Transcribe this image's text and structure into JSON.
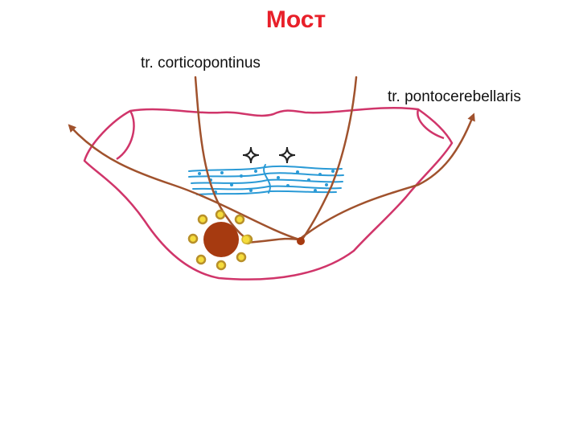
{
  "title": "Мост",
  "labels": {
    "corticopontinus": "tr. corticopontinus",
    "pontocerebellaris": "tr. pontocerebellaris"
  },
  "colors": {
    "title": "#e8202a",
    "outline": "#d0356a",
    "tract": "#a0522d",
    "nucleus": "#a63a10",
    "satellite_fill": "#f5dc3c",
    "satellite_stroke": "#b8902a",
    "fibers": "#2a9ad6",
    "star": "#222222"
  }
}
